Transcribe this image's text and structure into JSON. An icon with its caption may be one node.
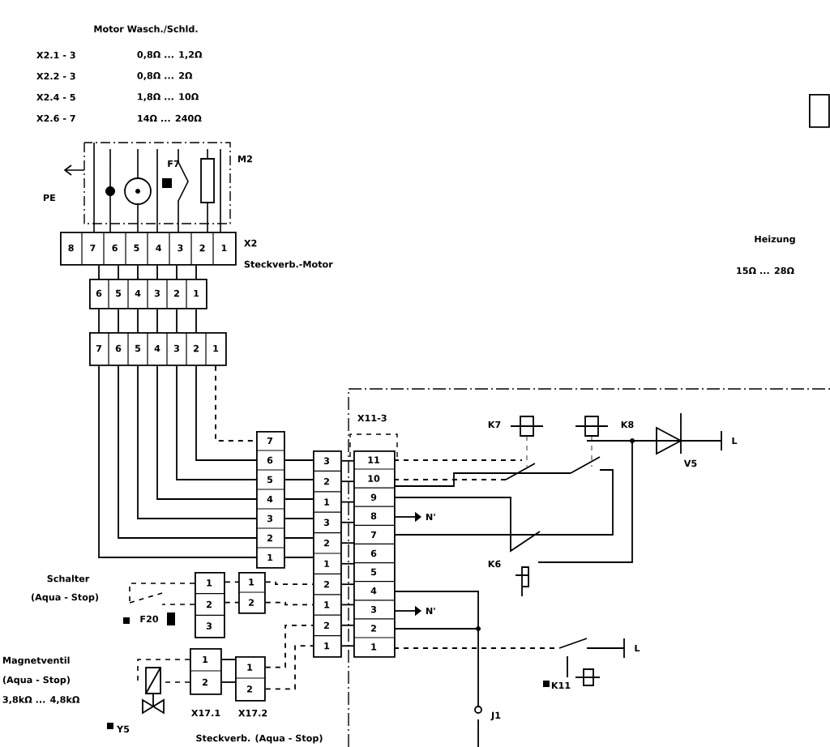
{
  "diagram": {
    "title": "Motor Wasch./Schld.",
    "nodes": [
      {
        "text": [
          "8",
          "7",
          "6",
          "5",
          "4",
          "3",
          "2",
          "1"
        ],
        "beside": [
          "X2",
          "Steckverb.-Motor"
        ]
      },
      {
        "text": [
          "6",
          "5",
          "4",
          "3",
          "2",
          "1"
        ]
      },
      {
        "text": [
          "7",
          "6",
          "5",
          "4",
          "3",
          "2",
          "1"
        ]
      },
      {
        "text": [
          "7",
          "6",
          "5",
          "4",
          "3",
          "2",
          "1"
        ]
      },
      {
        "text": [
          "3",
          "2",
          "1",
          "3",
          "2",
          "1",
          "2",
          "1",
          "2",
          "1"
        ]
      },
      {
        "text": [
          "11",
          "10",
          "9",
          "8",
          "7",
          "6",
          "5",
          "4",
          "3",
          "2",
          "1"
        ],
        "beside": [
          "X11-3"
        ]
      },
      {
        "text": [
          "1",
          "2",
          "3"
        ]
      },
      {
        "text": [
          "1",
          "2"
        ]
      },
      {
        "text": [
          "1",
          "2"
        ],
        "beside": [
          "X17.1"
        ]
      },
      {
        "text": [
          "1",
          "2"
        ],
        "beside": [
          "X17.2"
        ]
      },
      {
        "text": [],
        "shape": "box"
      }
    ],
    "edges": [
      {
        "from": 0,
        "to": 1,
        "arrow": "none"
      },
      {
        "from": 0,
        "to": 1,
        "arrow": "none"
      },
      {
        "from": 0,
        "to": 1,
        "arrow": "none"
      },
      {
        "from": 0,
        "to": 1,
        "arrow": "none"
      },
      {
        "from": 0,
        "to": 1,
        "arrow": "none"
      },
      {
        "from": 0,
        "to": 1,
        "arrow": "none"
      },
      {
        "from": 1,
        "to": 2,
        "arrow": "none"
      },
      {
        "from": 1,
        "to": 2,
        "arrow": "none"
      },
      {
        "from": 1,
        "to": 2,
        "arrow": "none"
      },
      {
        "from": 1,
        "to": 2,
        "arrow": "none"
      },
      {
        "from": 1,
        "to": 2,
        "arrow": "none"
      },
      {
        "from": 1,
        "to": 2,
        "arrow": "none"
      },
      {
        "from": 2,
        "to": 3,
        "arrow": "none"
      },
      {
        "from": 2,
        "to": 3,
        "arrow": "none"
      },
      {
        "from": 2,
        "to": 3,
        "arrow": "none"
      },
      {
        "from": 2,
        "to": 3,
        "arrow": "none"
      },
      {
        "from": 2,
        "to": 3,
        "arrow": "none"
      },
      {
        "from": 2,
        "to": 3,
        "arrow": "none"
      },
      {
        "from": 2,
        "to": 3,
        "arrow": "none",
        "style": "dashed"
      },
      {
        "from": 3,
        "to": 4,
        "arrow": "none"
      },
      {
        "from": 3,
        "to": 4,
        "arrow": "none"
      },
      {
        "from": 3,
        "to": 4,
        "arrow": "none"
      },
      {
        "from": 3,
        "to": 4,
        "arrow": "none"
      },
      {
        "from": 3,
        "to": 4,
        "arrow": "none"
      },
      {
        "from": 3,
        "to": 4,
        "arrow": "none"
      },
      {
        "from": 4,
        "to": 5,
        "arrow": "none"
      },
      {
        "from": 4,
        "to": 5,
        "arrow": "none"
      },
      {
        "from": 4,
        "to": 5,
        "arrow": "none"
      },
      {
        "from": 4,
        "to": 5,
        "arrow": "none"
      },
      {
        "from": 4,
        "to": 5,
        "arrow": "none"
      },
      {
        "from": 4,
        "to": 5,
        "arrow": "none"
      },
      {
        "from": 4,
        "to": 5,
        "arrow": "none"
      },
      {
        "from": 4,
        "to": 5,
        "arrow": "none"
      },
      {
        "from": 4,
        "to": 5,
        "arrow": "none"
      },
      {
        "from": 4,
        "to": 5,
        "arrow": "none"
      },
      {
        "from": 6,
        "to": 7,
        "arrow": "none",
        "style": "dashed"
      },
      {
        "from": 6,
        "to": 7,
        "arrow": "none",
        "style": "dashed"
      },
      {
        "from": 7,
        "to": 4,
        "arrow": "none",
        "style": "dashed"
      },
      {
        "from": 7,
        "to": 4,
        "arrow": "none",
        "style": "dashed"
      },
      {
        "from": 8,
        "to": 9,
        "arrow": "none"
      },
      {
        "from": 8,
        "to": 9,
        "arrow": "none"
      },
      {
        "from": 9,
        "to": 4,
        "arrow": "none",
        "style": "dashed"
      },
      {
        "from": 9,
        "to": 4,
        "arrow": "none",
        "style": "dashed"
      }
    ],
    "labels": [
      "X2.1 - 3",
      "0,8Ω ... 1,2Ω",
      "X2.2 - 3",
      "0,8Ω ... 2Ω",
      "X2.4 - 5",
      "1,8Ω ... 10Ω",
      "X2.6 - 7",
      "14Ω ... 240Ω",
      "M2",
      "PE",
      "F7",
      "Heizung",
      "15Ω ... 28Ω",
      "K7",
      "K8",
      "V5",
      "L",
      "N'",
      "K6",
      "N'",
      "L",
      "K11",
      "J1",
      "Schalter",
      "(Aqua - Stop)",
      "F20",
      "Magnetventil",
      "(Aqua - Stop)",
      "3,8kΩ ... 4,8kΩ",
      "Y5",
      "Steckverb. (Aqua - Stop)"
    ]
  }
}
